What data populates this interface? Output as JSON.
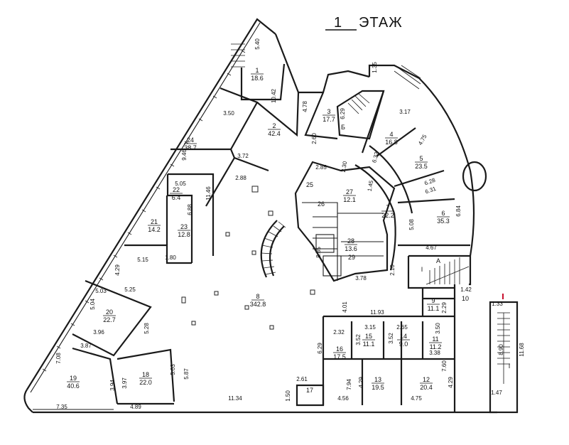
{
  "title": {
    "number": "1",
    "label": "ЭТАЖ"
  },
  "rooms": [
    {
      "num": "1",
      "area": "18.6"
    },
    {
      "num": "2",
      "area": "42.4"
    },
    {
      "num": "3",
      "area": "17.7"
    },
    {
      "num": "4",
      "area": "16.8"
    },
    {
      "num": "5",
      "area": "23.5"
    },
    {
      "num": "6",
      "area": "35.3"
    },
    {
      "num": "7",
      "area": "22.2"
    },
    {
      "num": "8",
      "area": "342.8"
    },
    {
      "num": "9",
      "area": "11.1"
    },
    {
      "num": "10",
      "area": ""
    },
    {
      "num": "11",
      "area": "11.2"
    },
    {
      "num": "12",
      "area": "20.4"
    },
    {
      "num": "13",
      "area": "19.5"
    },
    {
      "num": "14",
      "area": "9.0"
    },
    {
      "num": "15",
      "area": "11.1"
    },
    {
      "num": "16",
      "area": "17.5"
    },
    {
      "num": "17",
      "area": ""
    },
    {
      "num": "18",
      "area": "22.0"
    },
    {
      "num": "19",
      "area": "40.6"
    },
    {
      "num": "20",
      "area": "22.7"
    },
    {
      "num": "21",
      "area": "14.2"
    },
    {
      "num": "22",
      "area": "6.4"
    },
    {
      "num": "23",
      "area": "12.8"
    },
    {
      "num": "24",
      "area": "38.7"
    },
    {
      "num": "25",
      "area": ""
    },
    {
      "num": "26",
      "area": ""
    },
    {
      "num": "27",
      "area": "12.1"
    },
    {
      "num": "28",
      "area": "13.6"
    },
    {
      "num": "29",
      "area": ""
    },
    {
      "num": "Б",
      "area": ""
    },
    {
      "num": "А",
      "area": ""
    },
    {
      "num": "I",
      "area": ""
    },
    {
      "num": "I",
      "area": ""
    }
  ],
  "dimensions": [
    "5.40",
    "10.42",
    "4.78",
    "6.29",
    "1.35",
    "3.17",
    "3.50",
    "2.60",
    "4.75",
    "9.46",
    "3.72",
    "2.85",
    "2.30",
    "6.32",
    "2.88",
    "6.28",
    "6.31",
    "5.05",
    "11.46",
    "1.45",
    "6.88",
    "6.84",
    "5.08",
    "8.85",
    "5.15",
    "1.80",
    "4.67",
    "2.10",
    "4.29",
    "3.78",
    "5.03",
    "5.25",
    "1.42",
    "5.04",
    "4.01",
    "2.29",
    "1.33",
    "5.28",
    "3.96",
    "11.93",
    "2.32",
    "3.15",
    "2.65",
    "3.50",
    "3.87",
    "6.29",
    "3.52",
    "3.52",
    "3.38",
    "8.90",
    "11.68",
    "7.08",
    "5.03",
    "5.87",
    "7.60",
    "3.97",
    "3.94",
    "2.61",
    "7.94",
    "4.29",
    "4.29",
    "1.50",
    "1.47",
    "7.35",
    "4.89",
    "11.34",
    "4.56",
    "4.75"
  ]
}
